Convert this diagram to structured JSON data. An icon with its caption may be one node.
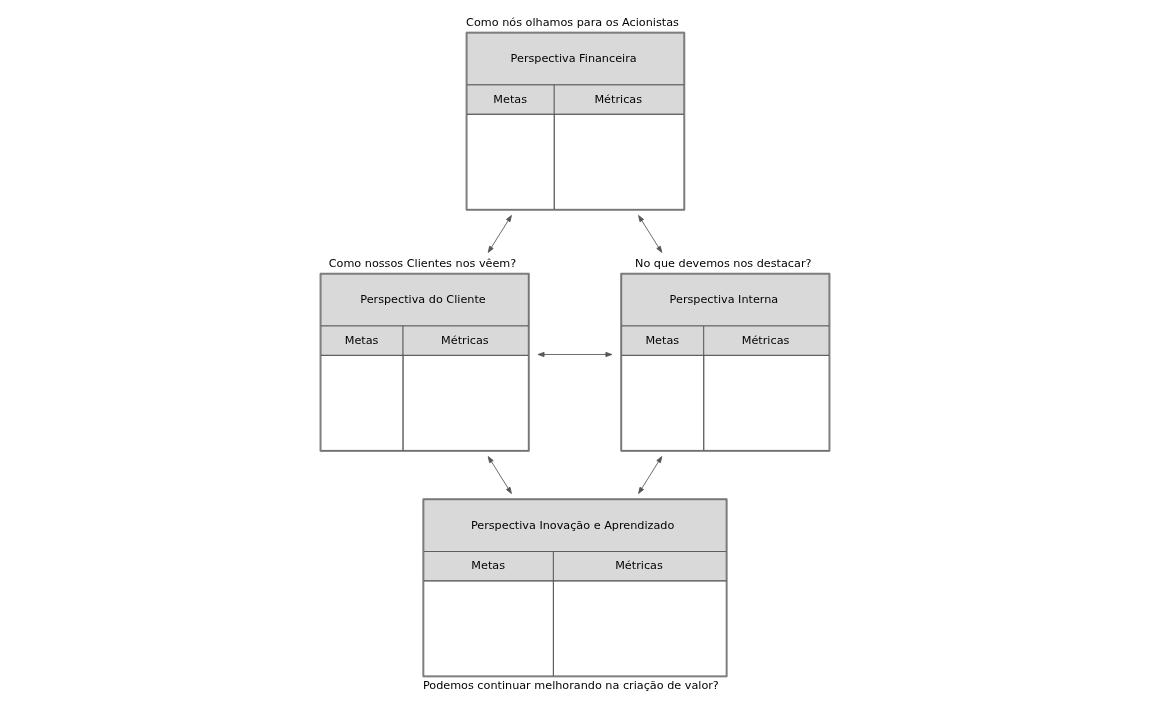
{
  "diagram": {
    "nodes": [
      {
        "text": [
          "Perspectiva Financeira",
          "Metas",
          "Métricas"
        ],
        "beside": [
          "Como nós olhamos para os Acionistas"
        ]
      },
      {
        "text": [
          "Perspectiva do Cliente",
          "Metas",
          "Métricas"
        ],
        "beside": [
          "Como nossos Clientes nos vêem?"
        ]
      },
      {
        "text": [
          "Perspectiva Interna",
          "Metas",
          "Métricas"
        ],
        "beside": [
          "No que devemos nos destacar?"
        ]
      },
      {
        "text": [
          "Perspectiva Inovação e Aprendizado",
          "Metas",
          "Métricas"
        ],
        "beside": [
          "Podemos continuar melhorando na criação de valor?"
        ]
      }
    ],
    "edges": [
      {
        "from": 0,
        "to": 1,
        "arrow": "both"
      },
      {
        "from": 0,
        "to": 2,
        "arrow": "both"
      },
      {
        "from": 1,
        "to": 2,
        "arrow": "both"
      },
      {
        "from": 1,
        "to": 3,
        "arrow": "both"
      },
      {
        "from": 2,
        "to": 3,
        "arrow": "both"
      }
    ]
  }
}
